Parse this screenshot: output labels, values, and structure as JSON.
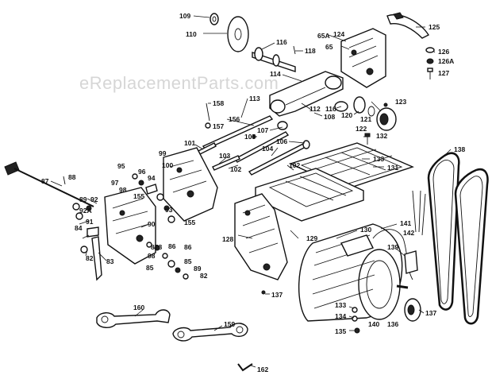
{
  "watermark": "eReplacementParts.com",
  "labels": {
    "p109": "109",
    "p110": "110",
    "p116a": "116",
    "p118": "118",
    "p65A": "65A",
    "p124": "124",
    "p65": "65",
    "p125": "125",
    "p126": "126",
    "p126A": "126A",
    "p127": "127",
    "p114": "114",
    "p112": "112",
    "p116b": "116",
    "p120": "120",
    "p121": "121",
    "p123": "123",
    "p108": "108",
    "p122": "122",
    "p132": "132",
    "p158": "158",
    "p113": "113",
    "p157": "157",
    "p156": "156",
    "p107": "107",
    "p105": "105",
    "p106": "106",
    "p101": "101",
    "p104": "104",
    "p103": "103",
    "p99": "99",
    "p100": "100",
    "p102a": "102",
    "p102b": "102",
    "p133a": "133",
    "p131": "131",
    "p138": "138",
    "p87": "87",
    "p88": "88",
    "p95": "95",
    "p96": "96",
    "p97": "97",
    "p94": "94",
    "p98a": "98",
    "p89a": "89",
    "p92": "92",
    "p155a": "155",
    "p93": "93",
    "p92A": "92A",
    "p91": "91",
    "p155b": "155",
    "p90": "90",
    "p84": "84",
    "p82a": "82",
    "p83": "83",
    "p878": "878",
    "p98b": "98",
    "p86a": "86",
    "p86b": "86",
    "p85a": "85",
    "p85b": "85",
    "p89b": "89",
    "p82b": "82",
    "p128": "128",
    "p129": "129",
    "p130": "130",
    "p141": "141",
    "p142": "142",
    "p139": "139",
    "p137a": "137",
    "p137b": "137",
    "p133b": "133",
    "p134": "134",
    "p135": "135",
    "p140": "140",
    "p136": "136",
    "p160": "160",
    "p159": "159",
    "p162": "162"
  }
}
